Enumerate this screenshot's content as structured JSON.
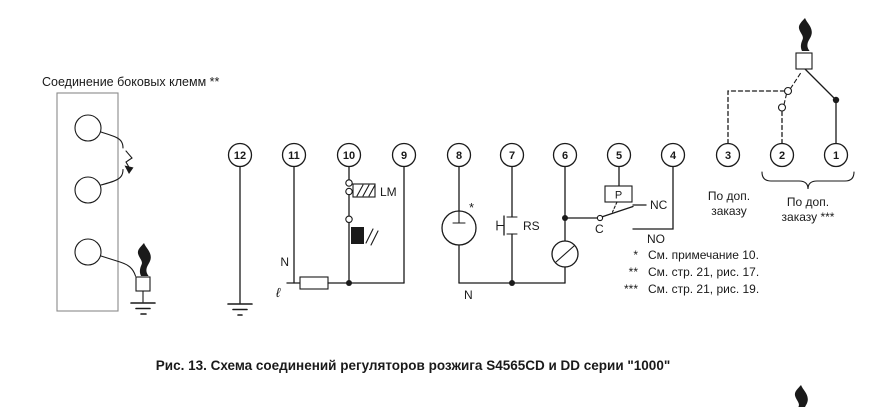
{
  "diagram": {
    "side_terminals_label": "Соединение боковых клемм **",
    "terminals": [
      "12",
      "11",
      "10",
      "9",
      "8",
      "7",
      "6",
      "5",
      "4",
      "3",
      "2",
      "1"
    ],
    "labels": {
      "lm": "LM",
      "rs": "RS",
      "pressure": "P",
      "nc": "NC",
      "no": "NO",
      "common": "C",
      "neutral_supply": "N",
      "live_supply": "ℓ",
      "neutral_bus": "N",
      "sensor_footnote_marker": "*"
    },
    "optional_order_t3": {
      "line1": "По доп.",
      "line2": "заказу"
    },
    "optional_order_t2_t1": {
      "line1": "По доп.",
      "line2": "заказу ***"
    }
  },
  "footnotes": [
    {
      "marker": "*",
      "text": "См. примечание 10."
    },
    {
      "marker": "**",
      "text": "См. стр. 21, рис. 17."
    },
    {
      "marker": "***",
      "text": "См. стр. 21, рис. 19."
    }
  ],
  "caption": "Рис. 13. Схема соединений регуляторов розжига S4565CD и DD серии \"1000\"",
  "colors": {
    "line": "#1a1a1a",
    "block_outline": "#8a8a8a",
    "background": "#ffffff"
  }
}
